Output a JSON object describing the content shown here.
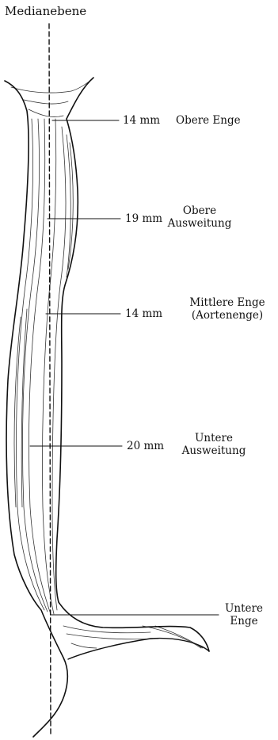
{
  "title": "Medianebene",
  "labels": [
    {
      "measure": "14 mm",
      "name_lines": [
        "Obere Enge"
      ]
    },
    {
      "measure": "19 mm",
      "name_lines": [
        "Obere",
        "Ausweitung"
      ]
    },
    {
      "measure": "14 mm",
      "name_lines": [
        "Mittlere Enge",
        "(Aortenenge)"
      ]
    },
    {
      "measure": "20 mm",
      "name_lines": [
        "Untere",
        "Ausweitung"
      ]
    },
    {
      "measure": "",
      "name_lines": [
        "Untere",
        "Enge"
      ]
    }
  ],
  "colors": {
    "ink": "#111111",
    "paper": "#ffffff"
  }
}
